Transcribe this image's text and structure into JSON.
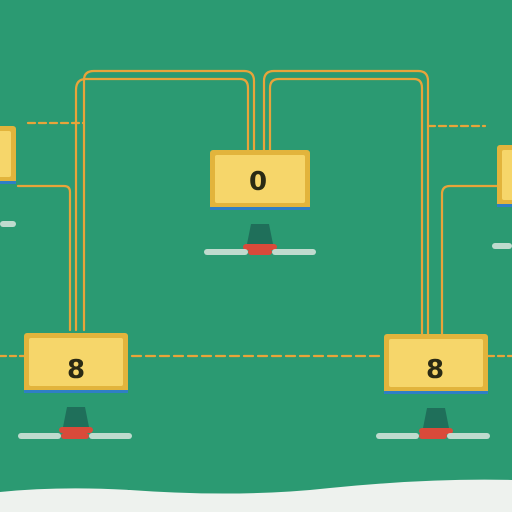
{
  "diagram": {
    "colors": {
      "background": "#2b9a72",
      "footer": "#eef2ee",
      "connector": "#e8a43a",
      "monitor_frame": "#e2b43c",
      "monitor_screen": "#f6d66a",
      "monitor_border_accent": "#2f7fc4",
      "stand": "#1f6f5a",
      "stand_base": "#d94a3a",
      "caption_blur": "#d9e6de"
    },
    "nodes": [
      {
        "id": "top-center",
        "label": "0"
      },
      {
        "id": "bottom-left",
        "label": "8"
      },
      {
        "id": "bottom-right",
        "label": "8"
      },
      {
        "id": "edge-left",
        "label": ""
      },
      {
        "id": "edge-right",
        "label": ""
      }
    ]
  }
}
